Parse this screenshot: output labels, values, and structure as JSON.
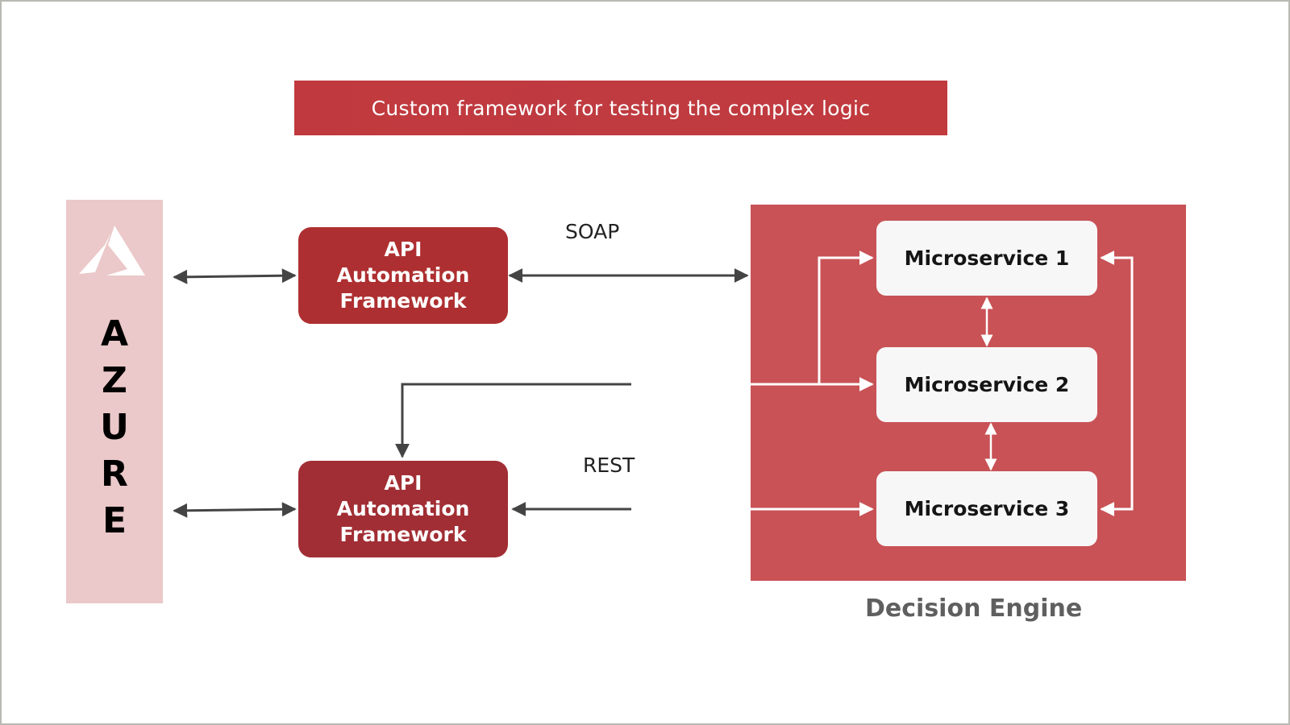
{
  "title": "Custom framework for testing the complex logic",
  "azure": {
    "letters": [
      "A",
      "Z",
      "U",
      "R",
      "E"
    ],
    "logo_icon": "azure-logo-icon"
  },
  "frameworks": {
    "top": {
      "line1": "API",
      "line2": "Automation",
      "line3": "Framework"
    },
    "bottom": {
      "line1": "API",
      "line2": "Automation",
      "line3": "Framework"
    }
  },
  "protocols": {
    "soap": "SOAP",
    "rest": "REST"
  },
  "decision_engine": {
    "label": "Decision Engine",
    "services": [
      "Microservice 1",
      "Microservice 2",
      "Microservice 3"
    ]
  },
  "colors": {
    "banner": "#c0393e",
    "azure_panel": "#ebc8c9",
    "framework_top": "#ae2f31",
    "framework_bottom": "#a12e34",
    "decision_engine": "#c85256",
    "service_box": "#f7f7f7",
    "arrow_dark": "#444444",
    "arrow_light": "#ffffff"
  }
}
